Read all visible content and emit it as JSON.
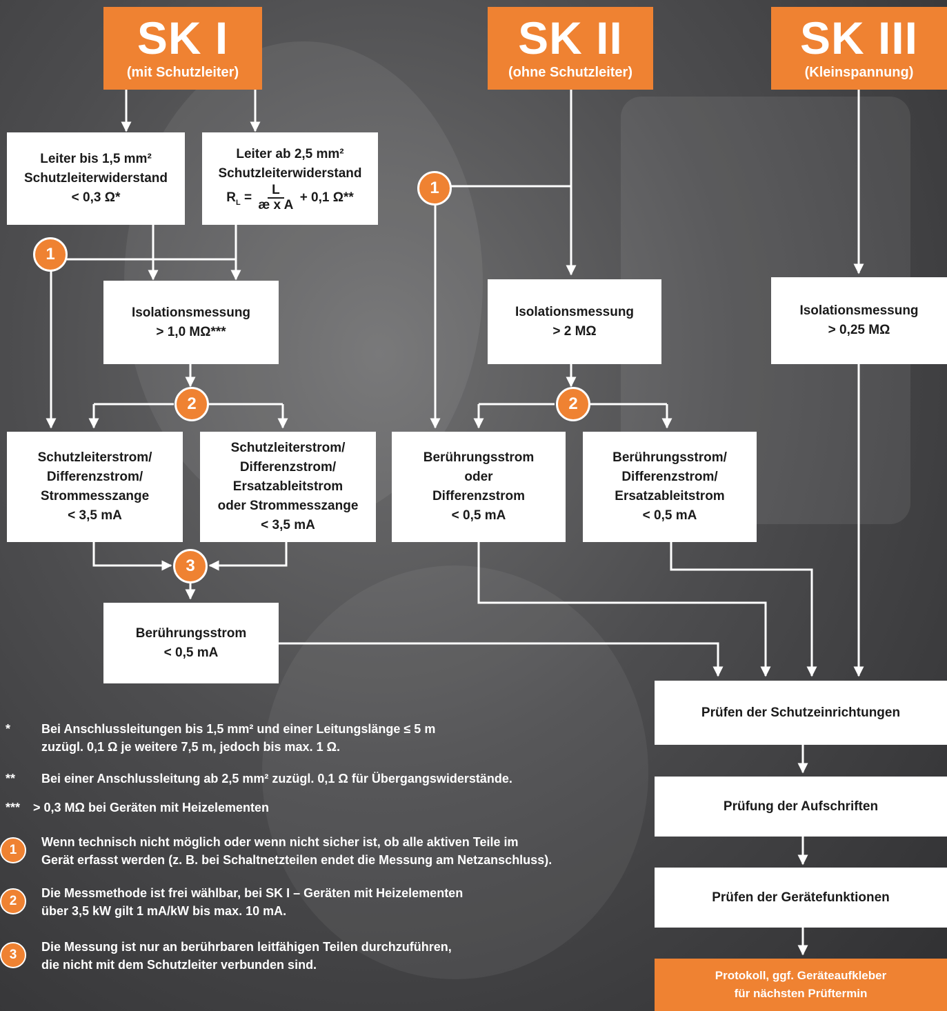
{
  "headers": {
    "sk1": {
      "title": "SK I",
      "sub": "(mit Schutzleiter)"
    },
    "sk2": {
      "title": "SK II",
      "sub": "(ohne Schutzleiter)"
    },
    "sk3": {
      "title": "SK III",
      "sub": "(Kleinspannung)"
    }
  },
  "boxes": {
    "leiter_bis": [
      "Leiter bis 1,5 mm²",
      "Schutzleiterwiderstand",
      "< 0,3 Ω*"
    ],
    "leiter_ab": {
      "l1": "Leiter ab 2,5 mm²",
      "l2": "Schutzleiterwiderstand",
      "r": "R",
      "r_sub": "L",
      "eq": "=",
      "num": "L",
      "den": "æ x A",
      "tail": "+ 0,1 Ω**"
    },
    "iso1": [
      "Isolationsmessung",
      "> 1,0 MΩ***"
    ],
    "iso2": [
      "Isolationsmessung",
      "> 2 MΩ"
    ],
    "iso3": [
      "Isolationsmessung",
      "> 0,25 MΩ"
    ],
    "strom1a": [
      "Schutzleiterstrom/",
      "Differenzstrom/",
      "Strommesszange",
      "< 3,5 mA"
    ],
    "strom1b": [
      "Schutzleiterstrom/",
      "Differenzstrom/",
      "Ersatzableitstrom",
      "oder Strommesszange",
      "< 3,5 mA"
    ],
    "strom2a": [
      "Berührungsstrom",
      "oder",
      "Differenzstrom",
      "< 0,5 mA"
    ],
    "strom2b": [
      "Berührungsstrom/",
      "Differenzstrom/",
      "Ersatzableitstrom",
      "< 0,5 mA"
    ],
    "beruehr1": [
      "Berührungsstrom",
      "< 0,5 mA"
    ],
    "schutz": "Prüfen der Schutzeinrichtungen",
    "aufschrift": "Prüfung der Aufschriften",
    "funktion": "Prüfen der Gerätefunktionen",
    "protokoll": [
      "Protokoll, ggf. Geräteaufkleber",
      "für nächsten Prüftermin"
    ]
  },
  "badges": {
    "one": "1",
    "two": "2",
    "three": "3"
  },
  "notes": [
    {
      "mark": "*",
      "lines": [
        "Bei Anschlussleitungen bis 1,5 mm² und einer Leitungslänge ≤ 5 m",
        "zuzügl. 0,1 Ω je weitere 7,5 m, jedoch bis max. 1 Ω."
      ]
    },
    {
      "mark": "**",
      "lines": [
        "Bei einer Anschlussleitung ab 2,5 mm² zuzügl. 0,1 Ω für Übergangswiderstände."
      ]
    },
    {
      "mark": "***",
      "lines": [
        "> 0,3 MΩ bei Geräten mit Heizelementen"
      ]
    },
    {
      "mark": "1",
      "lines": [
        "Wenn technisch nicht möglich oder wenn nicht sicher ist, ob alle aktiven Teile im",
        "Gerät erfasst werden (z. B. bei Schaltnetzteilen endet die Messung am Netzanschluss)."
      ]
    },
    {
      "mark": "2",
      "lines": [
        "Die Messmethode ist frei wählbar, bei SK I – Geräten mit Heizelementen",
        "über 3,5 kW gilt 1 mA/kW bis max. 10 mA."
      ]
    },
    {
      "mark": "3",
      "lines": [
        "Die Messung ist nur an berührbaren leitfähigen Teilen durchzuführen,",
        "die nicht mit dem Schutzleiter verbunden sind."
      ]
    }
  ],
  "colors": {
    "accent": "#ef8232",
    "box": "#ffffff",
    "text": "#1a1a1a"
  }
}
